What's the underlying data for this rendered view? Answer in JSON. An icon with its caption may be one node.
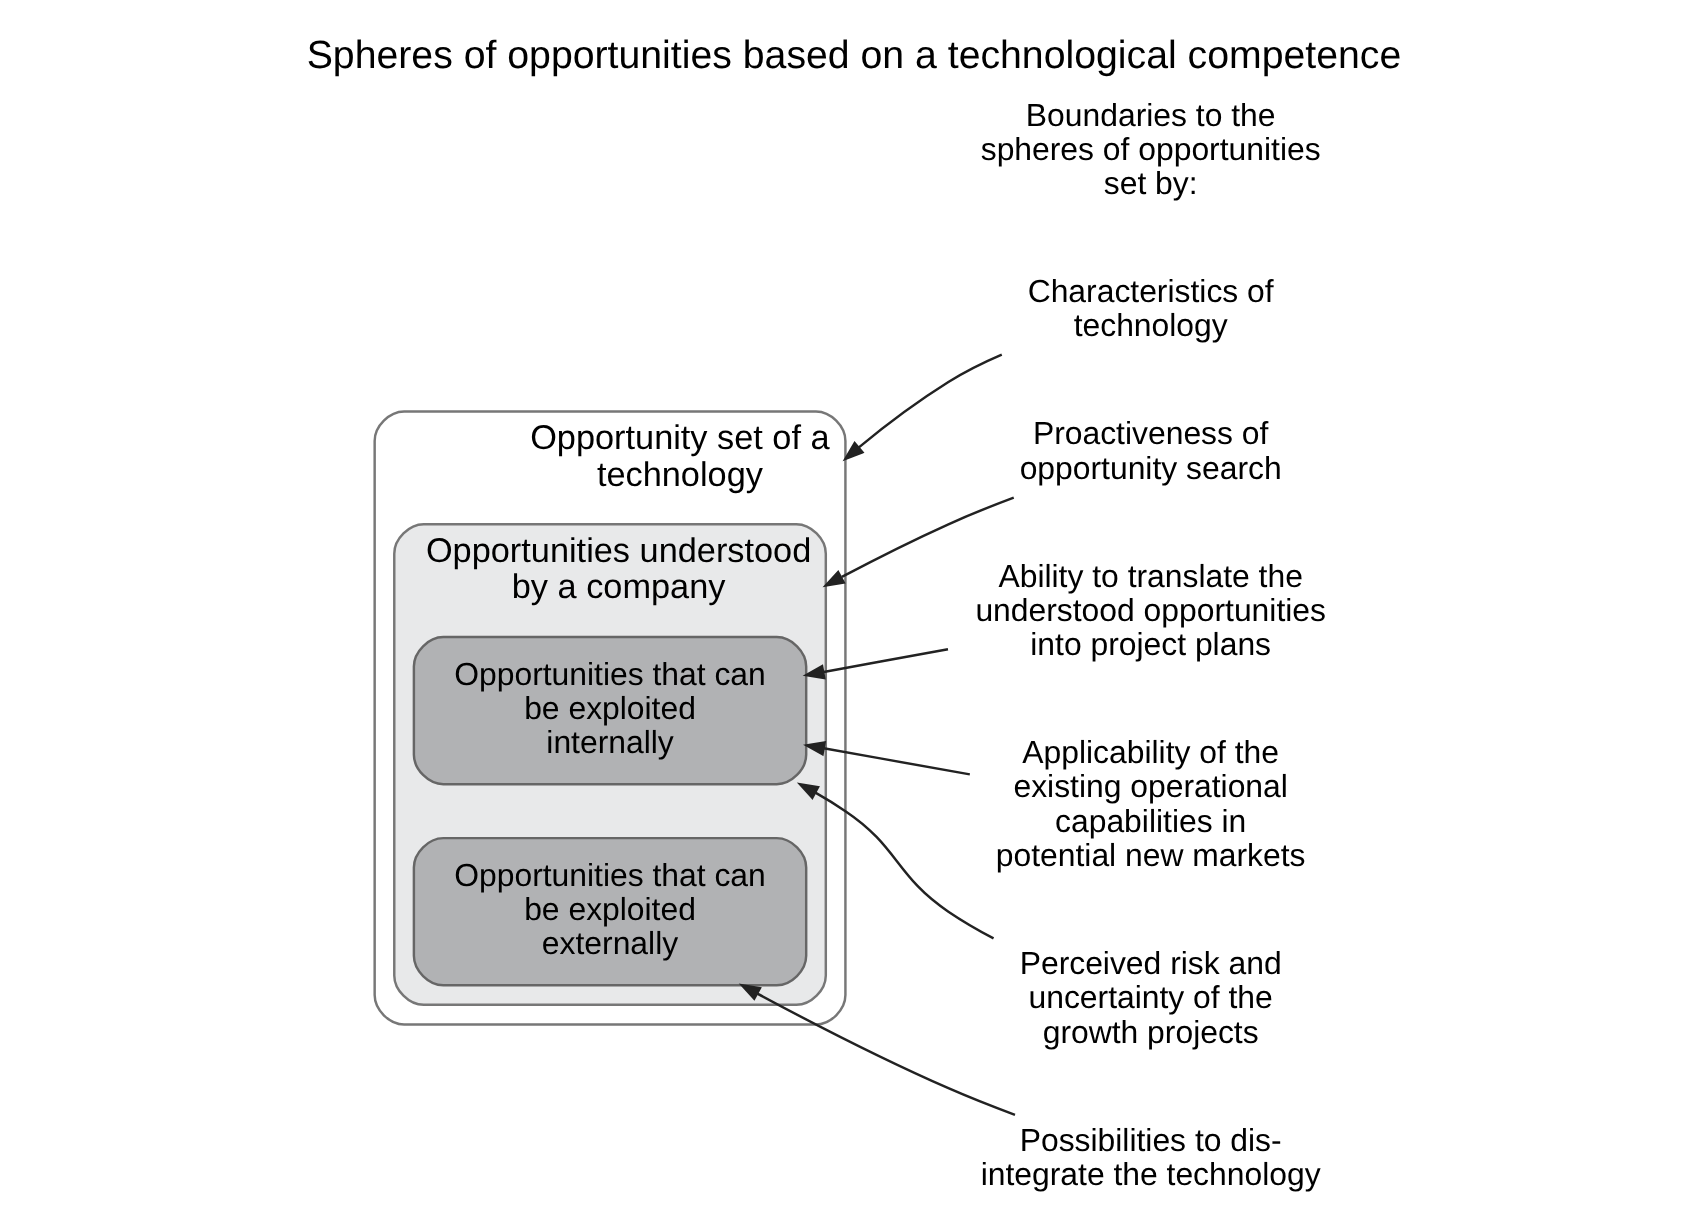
{
  "diagram": {
    "title": "Spheres of opportunities based on a technological competence",
    "nodes": [
      {
        "text": [
          "Opportunity set of a technology"
        ]
      },
      {
        "text": [
          "Opportunities understood by a company"
        ],
        "in": 0
      },
      {
        "text": [
          "Opportunities that can be exploited internally"
        ],
        "in": 1
      },
      {
        "text": [
          "Opportunities that can be exploited externally"
        ],
        "in": 1
      },
      {
        "text": [
          "Characteristics of technology"
        ]
      },
      {
        "text": [
          "Proactiveness of opportunity search"
        ]
      },
      {
        "text": [
          "Ability to translate the understood opportunities into project plans"
        ]
      },
      {
        "text": [
          "Applicability of the existing operational capabilities in potential new markets"
        ]
      },
      {
        "text": [
          "Perceived risk and uncertainty of the growth projects"
        ]
      },
      {
        "text": [
          "Possibilities to dis-integrate the technology"
        ]
      }
    ],
    "edges": [
      {
        "from": 4,
        "to": 0,
        "arrow": "to"
      },
      {
        "from": 5,
        "to": 1,
        "arrow": "to"
      },
      {
        "from": 6,
        "to": 2,
        "arrow": "to"
      },
      {
        "from": 7,
        "to": 2,
        "arrow": "to"
      },
      {
        "from": 8,
        "to": 2,
        "arrow": "to"
      },
      {
        "from": 9,
        "to": 3,
        "arrow": "to"
      }
    ],
    "labels": [
      "Boundaries to the spheres of opportunities set by:"
    ]
  }
}
